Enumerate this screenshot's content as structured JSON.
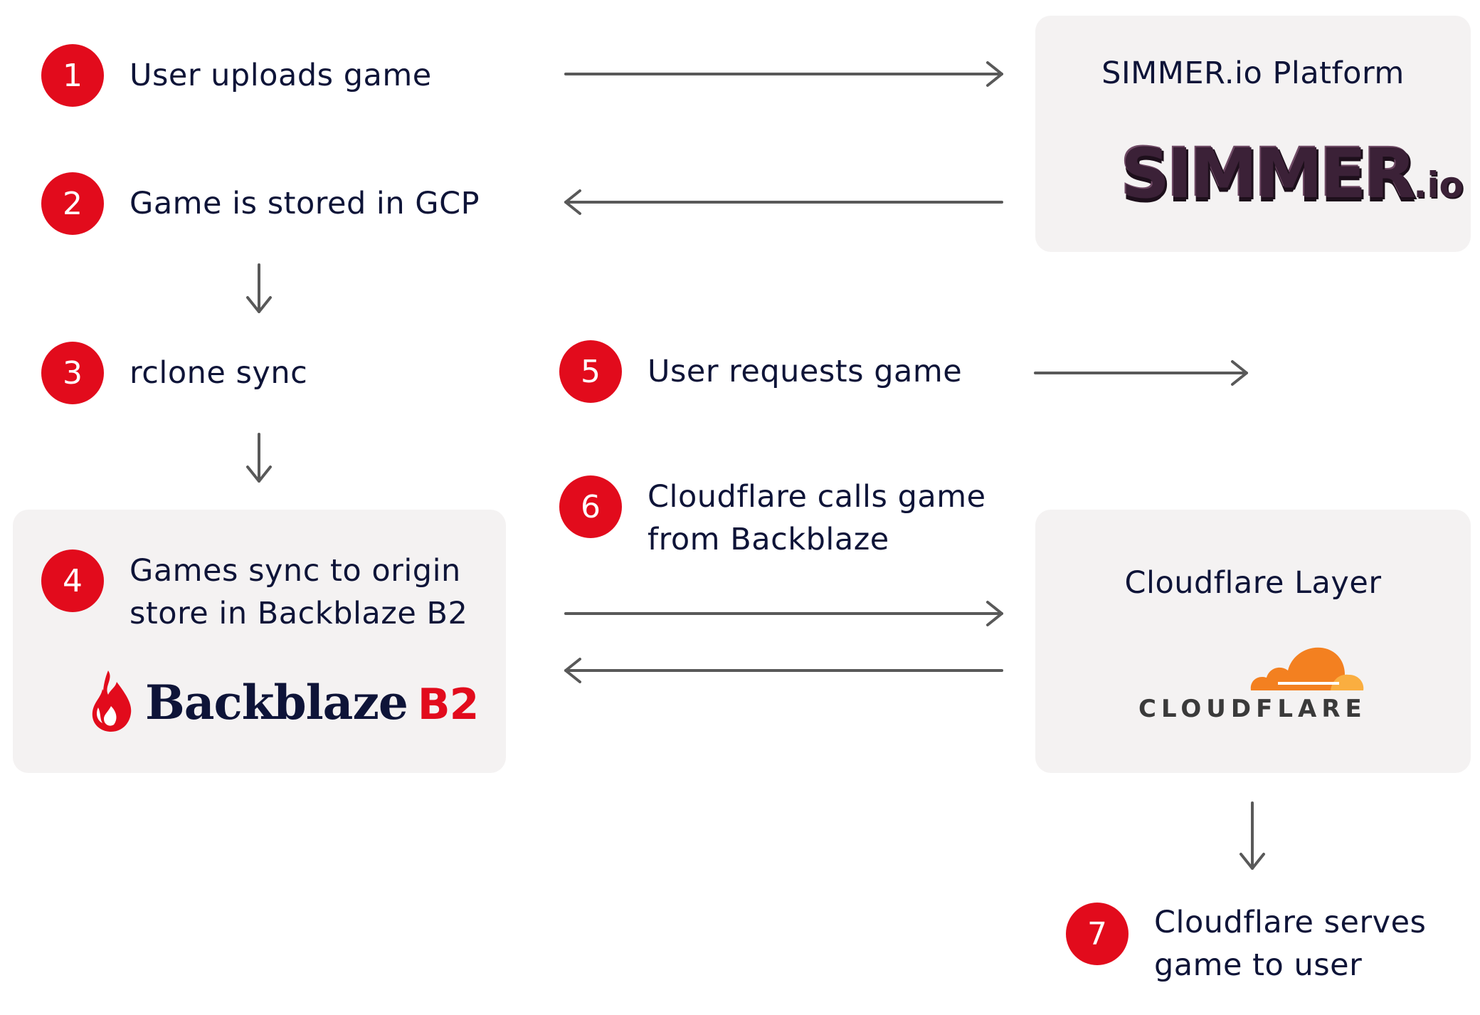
{
  "steps": [
    {
      "number": "1",
      "label": "User uploads game"
    },
    {
      "number": "2",
      "label": "Game is stored in GCP"
    },
    {
      "number": "3",
      "label": "rclone sync"
    },
    {
      "number": "4",
      "line1": "Games sync to origin",
      "line2": "store in Backblaze B2"
    },
    {
      "number": "5",
      "label": "User requests game"
    },
    {
      "number": "6",
      "line1": "Cloudflare calls game",
      "line2": "from Backblaze"
    },
    {
      "number": "7",
      "line1": "Cloudflare serves",
      "line2": "game to user"
    }
  ],
  "panels": {
    "simmer": {
      "title": "SIMMER.io Platform",
      "logo_main": "SIMMER",
      "logo_suffix": ".io"
    },
    "backblaze": {
      "logo_word": "Backblaze",
      "logo_suffix": "B2"
    },
    "cloudflare": {
      "title": "Cloudflare Layer",
      "logo_word": "CLOUDFLARE"
    }
  },
  "colors": {
    "accent": "#e20b1c",
    "panel": "#f4f2f2",
    "text": "#0e1438",
    "arrow": "#595959",
    "cloudflare_orange": "#f38020",
    "cloudflare_light": "#faae40"
  }
}
